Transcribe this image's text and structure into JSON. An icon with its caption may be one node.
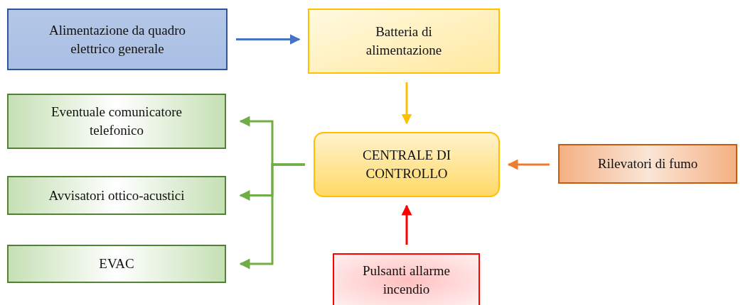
{
  "diagram": {
    "nodes": [
      {
        "text": [
          "Alimentazione da quadro elettrico generale"
        ]
      },
      {
        "text": [
          "Batteria di alimentazione"
        ]
      },
      {
        "text": [
          "Eventuale comunicatore telefonico"
        ]
      },
      {
        "text": [
          "Avvisatori ottico-acustici"
        ]
      },
      {
        "text": [
          "EVAC"
        ]
      },
      {
        "text": [
          "CENTRALE DI CONTROLLO"
        ]
      },
      {
        "text": [
          "Rilevatori di fumo"
        ]
      },
      {
        "text": [
          "Pulsanti allarme incendio"
        ]
      }
    ],
    "edges": [
      {
        "from": 0,
        "to": 1,
        "arrow": "to",
        "color": "#4472c4"
      },
      {
        "from": 1,
        "to": 5,
        "arrow": "to",
        "color": "#ffc000"
      },
      {
        "from": 5,
        "to": 2,
        "arrow": "to",
        "color": "#70ad47"
      },
      {
        "from": 5,
        "to": 3,
        "arrow": "to",
        "color": "#70ad47"
      },
      {
        "from": 5,
        "to": 4,
        "arrow": "to",
        "color": "#70ad47"
      },
      {
        "from": 6,
        "to": 5,
        "arrow": "to",
        "color": "#ed7d31"
      },
      {
        "from": 7,
        "to": 5,
        "arrow": "to",
        "color": "#ff0000"
      }
    ]
  }
}
